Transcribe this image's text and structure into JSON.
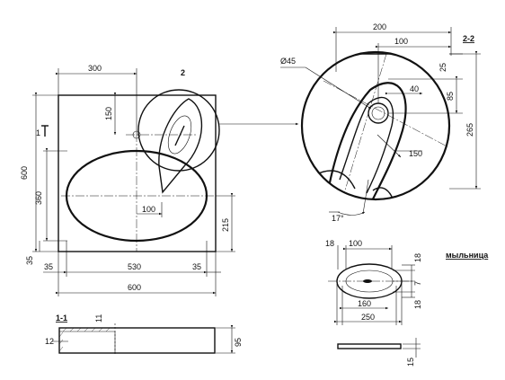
{
  "dimensions": {
    "top_offset": "300",
    "vertical_150": "150",
    "height_600": "600",
    "height_360": "360",
    "width_530": "530",
    "margin_left_35": "35",
    "margin_right_35": "35",
    "width_600": "600",
    "margin_bottom_35": "35",
    "right_215": "215",
    "inner_100": "100",
    "level_mark": "1"
  },
  "callout": {
    "label": "2",
    "section_title": "2-2",
    "dim_200": "200",
    "dim_100": "100",
    "dia_45": "Ø45",
    "dim_25": "25",
    "dim_40": "40",
    "dim_85": "85",
    "dim_265": "265",
    "dim_150": "150",
    "angle_17": "17°"
  },
  "soap_dish": {
    "title": "мыльница",
    "dim_18_top": "18",
    "dim_100": "100",
    "dim_18_right": "18",
    "dim_7": "7",
    "dim_18_bottom": "18",
    "dim_160": "160",
    "dim_250": "250",
    "dim_15": "15"
  },
  "section_1_1": {
    "title": "1-1",
    "dim_11": "11",
    "dim_12": "12",
    "dim_95": "95"
  }
}
